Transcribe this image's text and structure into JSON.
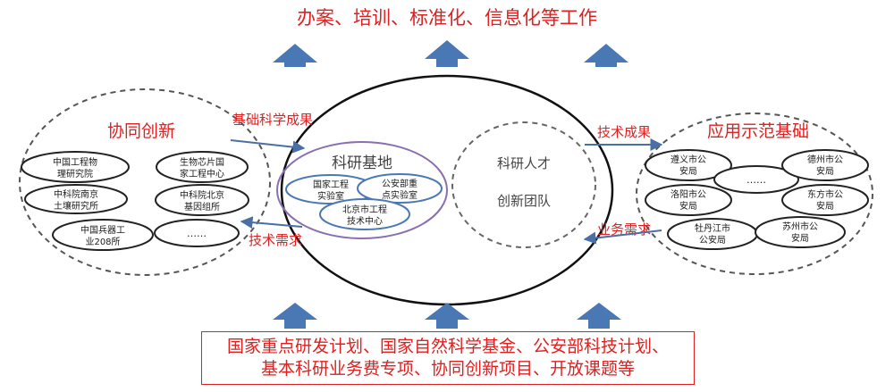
{
  "top_outcome": "办案、培训、标准化、信息化等工作",
  "left_group": {
    "title": "协同创新",
    "nodes": [
      "中国工程物|理研究院",
      "生物芯片国|家工程中心",
      "中科院南京|土壤研究所",
      "中科院北京|基因组所",
      "中国兵器工|业208所",
      "……"
    ]
  },
  "center": {
    "base_title": "科研基地",
    "labs": [
      "国家工程|实验室",
      "公安部重|点实验室",
      "北京市工程|技术中心"
    ],
    "team_title": [
      "科研人才",
      "创新团队"
    ]
  },
  "right_group": {
    "title": "应用示范基础",
    "nodes": [
      "遵义市公|安局",
      "……",
      "德州市公|安局",
      "洛阳市公|安局",
      "东方市公|安局",
      "牡丹江市|公安局",
      "苏州市公|安局"
    ]
  },
  "flows": {
    "basic_results": "基础科学成果",
    "tech_demand_left": "技术需求",
    "tech_results": "技术成果",
    "business_demand": "业务需求"
  },
  "funding": [
    "国家重点研发计划、国家自然科学基金、公安部科技计划、",
    "基本科研业务费专项、协同创新项目、开放课题等"
  ]
}
